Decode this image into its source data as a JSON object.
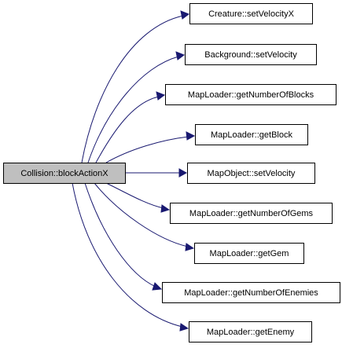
{
  "diagram": {
    "type": "call-graph",
    "root": {
      "id": "root",
      "label": "Collision::blockActionX"
    },
    "callees": [
      {
        "id": "n1",
        "label": "Creature::setVelocityX"
      },
      {
        "id": "n2",
        "label": "Background::setVelocity"
      },
      {
        "id": "n3",
        "label": "MapLoader::getNumberOfBlocks"
      },
      {
        "id": "n4",
        "label": "MapLoader::getBlock"
      },
      {
        "id": "n5",
        "label": "MapObject::setVelocity"
      },
      {
        "id": "n6",
        "label": "MapLoader::getNumberOfGems"
      },
      {
        "id": "n7",
        "label": "MapLoader::getGem"
      },
      {
        "id": "n8",
        "label": "MapLoader::getNumberOfEnemies"
      },
      {
        "id": "n9",
        "label": "MapLoader::getEnemy"
      }
    ],
    "edges": [
      {
        "from": "root",
        "to": "n1"
      },
      {
        "from": "root",
        "to": "n2"
      },
      {
        "from": "root",
        "to": "n3"
      },
      {
        "from": "root",
        "to": "n4"
      },
      {
        "from": "root",
        "to": "n5"
      },
      {
        "from": "root",
        "to": "n6"
      },
      {
        "from": "root",
        "to": "n7"
      },
      {
        "from": "root",
        "to": "n8"
      },
      {
        "from": "root",
        "to": "n9"
      }
    ],
    "colors": {
      "edge": "#191970",
      "root_fill": "#bfbfbf",
      "node_fill": "#ffffff",
      "border": "#000000"
    }
  }
}
